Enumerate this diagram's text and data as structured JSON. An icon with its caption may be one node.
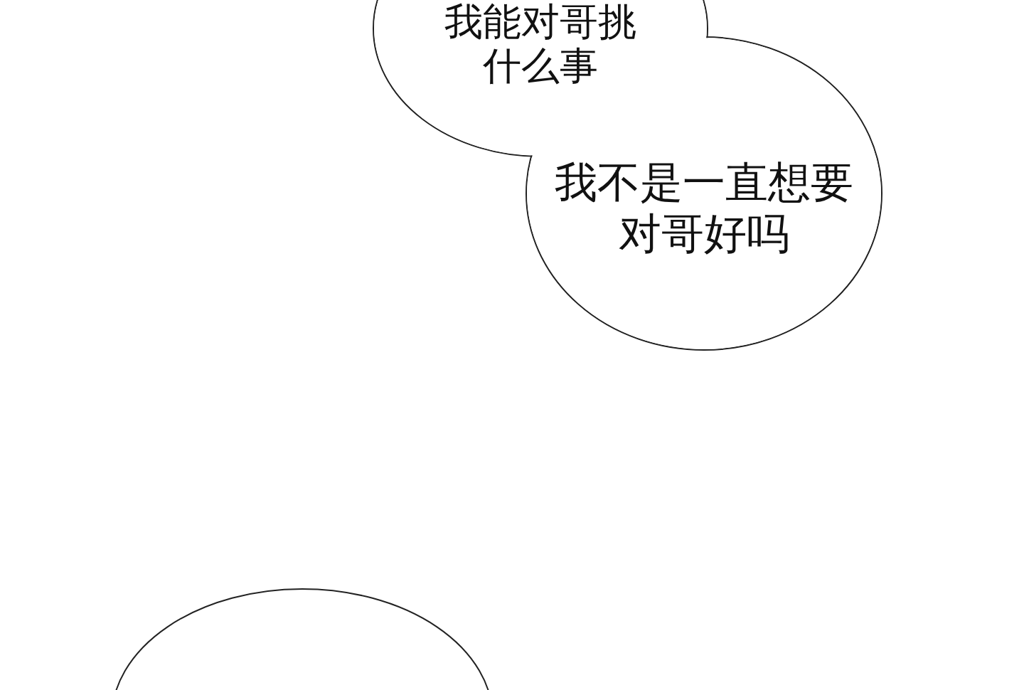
{
  "diagram": {
    "nodes": [
      {
        "text": [
          "我能对哥挑什么事"
        ]
      },
      {
        "text": [
          "我不是一直想要对哥好吗"
        ]
      },
      {
        "text": [],
        "shape": "ellipse"
      }
    ]
  }
}
